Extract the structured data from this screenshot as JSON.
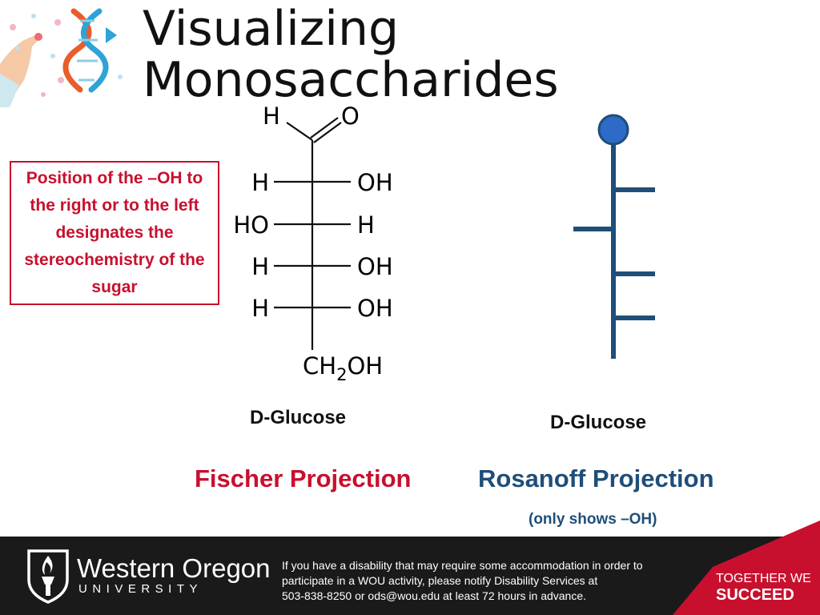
{
  "slide": {
    "title_line1": "Visualizing",
    "title_line2": "Monosaccharides",
    "callout_text": "Position of the –OH to the right or to the left designates the stereochemistry of the sugar"
  },
  "fischer": {
    "aldehyde_h": "H",
    "aldehyde_o": "O",
    "rows": [
      {
        "left": "H",
        "right": "OH"
      },
      {
        "left": "HO",
        "right": "H"
      },
      {
        "left": "H",
        "right": "OH"
      },
      {
        "left": "H",
        "right": "OH"
      }
    ],
    "bottom_ch": "CH",
    "bottom_sub": "2",
    "bottom_oh": "OH",
    "sugar_name": "D-Glucose",
    "projection_label": "Fischer Projection"
  },
  "rosanoff": {
    "sugar_name": "D-Glucose",
    "projection_label": "Rosanoff Projection",
    "note": "(only shows –OH)",
    "color": "#1f4e79",
    "dot_color": "#2e6ac7"
  },
  "footer": {
    "university_name": "Western Oregon",
    "university_word": "UNIVERSITY",
    "notice_line1": "If you have a disability that may require some accommodation in order to",
    "notice_line2": "participate in a WOU activity, please notify Disability Services at",
    "notice_line3": "503-838-8250 or ods@wou.edu at least 72 hours in advance.",
    "tagline_line1": "TOGETHER WE",
    "tagline_line2": "SUCCEED",
    "accent_color": "#c8102e"
  },
  "icons": [
    "dna-helix-icon",
    "hand-holding-dot-icon",
    "torch-logo-icon"
  ]
}
